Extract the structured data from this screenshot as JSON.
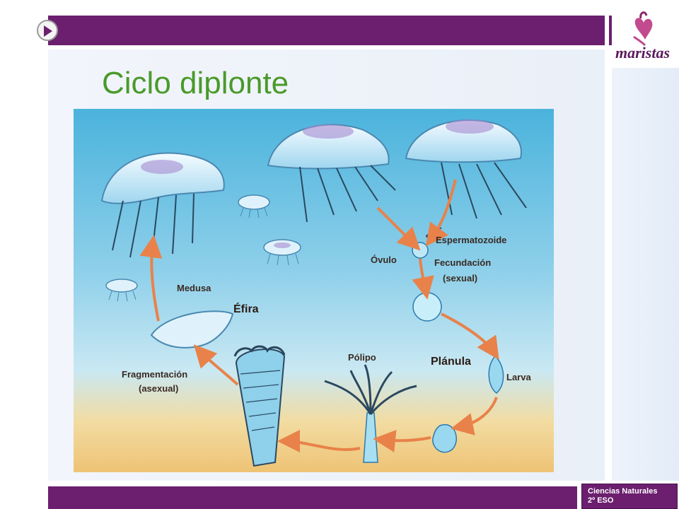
{
  "slide": {
    "title": "Ciclo diplonte",
    "footer_line1": "Ciencias Naturales",
    "footer_line2": "2º ESO"
  },
  "logo": {
    "text": "maristas"
  },
  "diagram": {
    "labels": {
      "espermatozoide": "Espermatozoide",
      "ovulo": "Óvulo",
      "fecundacion": "Fecundación",
      "sexual": "(sexual)",
      "planula": "Plánula",
      "larva": "Larva",
      "polipo": "Pólipo",
      "fragmentacion": "Fragmentación",
      "asexual": "(asexual)",
      "efira": "Éfira",
      "medusa": "Medusa"
    }
  },
  "colors": {
    "brand_purple": "#6b1f6e",
    "title_green": "#4a9a2a",
    "arrow_orange": "#e8824a"
  }
}
